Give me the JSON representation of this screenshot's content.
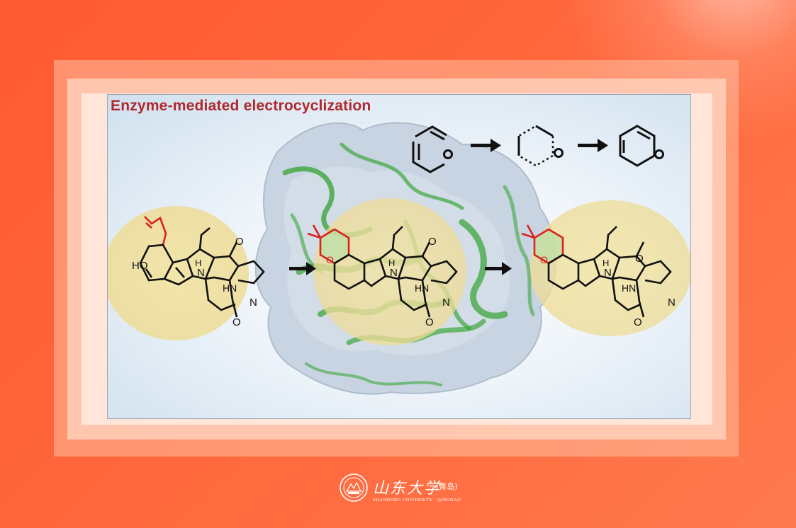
{
  "panel": {
    "title": "Enzyme-mediated electrocyclization",
    "reaction_scheme_top": {
      "stages": [
        "dienone",
        "transition-state",
        "2H-pyran"
      ],
      "heteroatom": "O"
    },
    "molecules": [
      {
        "labels": {
          "hydroxyl": "HO",
          "indole_nh": "H",
          "indole_n": "N",
          "amide_nh": "HN",
          "carbonyl_top": "O",
          "carbonyl_bottom": "O",
          "ring_n": "N"
        }
      },
      {
        "labels": {
          "pyran_o": "O",
          "indole_nh": "H",
          "indole_n": "N",
          "amide_nh": "HN",
          "carbonyl_top": "O",
          "carbonyl_bottom": "O",
          "ring_n": "N"
        }
      },
      {
        "labels": {
          "pyran_o": "O",
          "indole_nh": "H",
          "indole_n": "N",
          "amide_nh": "HN",
          "carbonyl_top": "O",
          "carbonyl_bottom": "O",
          "ring_n": "N"
        }
      }
    ],
    "colors": {
      "title": "#b0282c",
      "highlight_red": "#d8231f",
      "protein_green": "#3da63d",
      "halo_yellow": "#efe0a0",
      "surface": "#c8d3e0"
    }
  },
  "logo": {
    "name_cn": "山东大学",
    "campus_cn": "(青岛)",
    "name_en": "SHANDONG UNIVERSITY · QINGDAO"
  },
  "colors": {
    "background": "#ff5f37",
    "frame": "#ffd7c3"
  }
}
